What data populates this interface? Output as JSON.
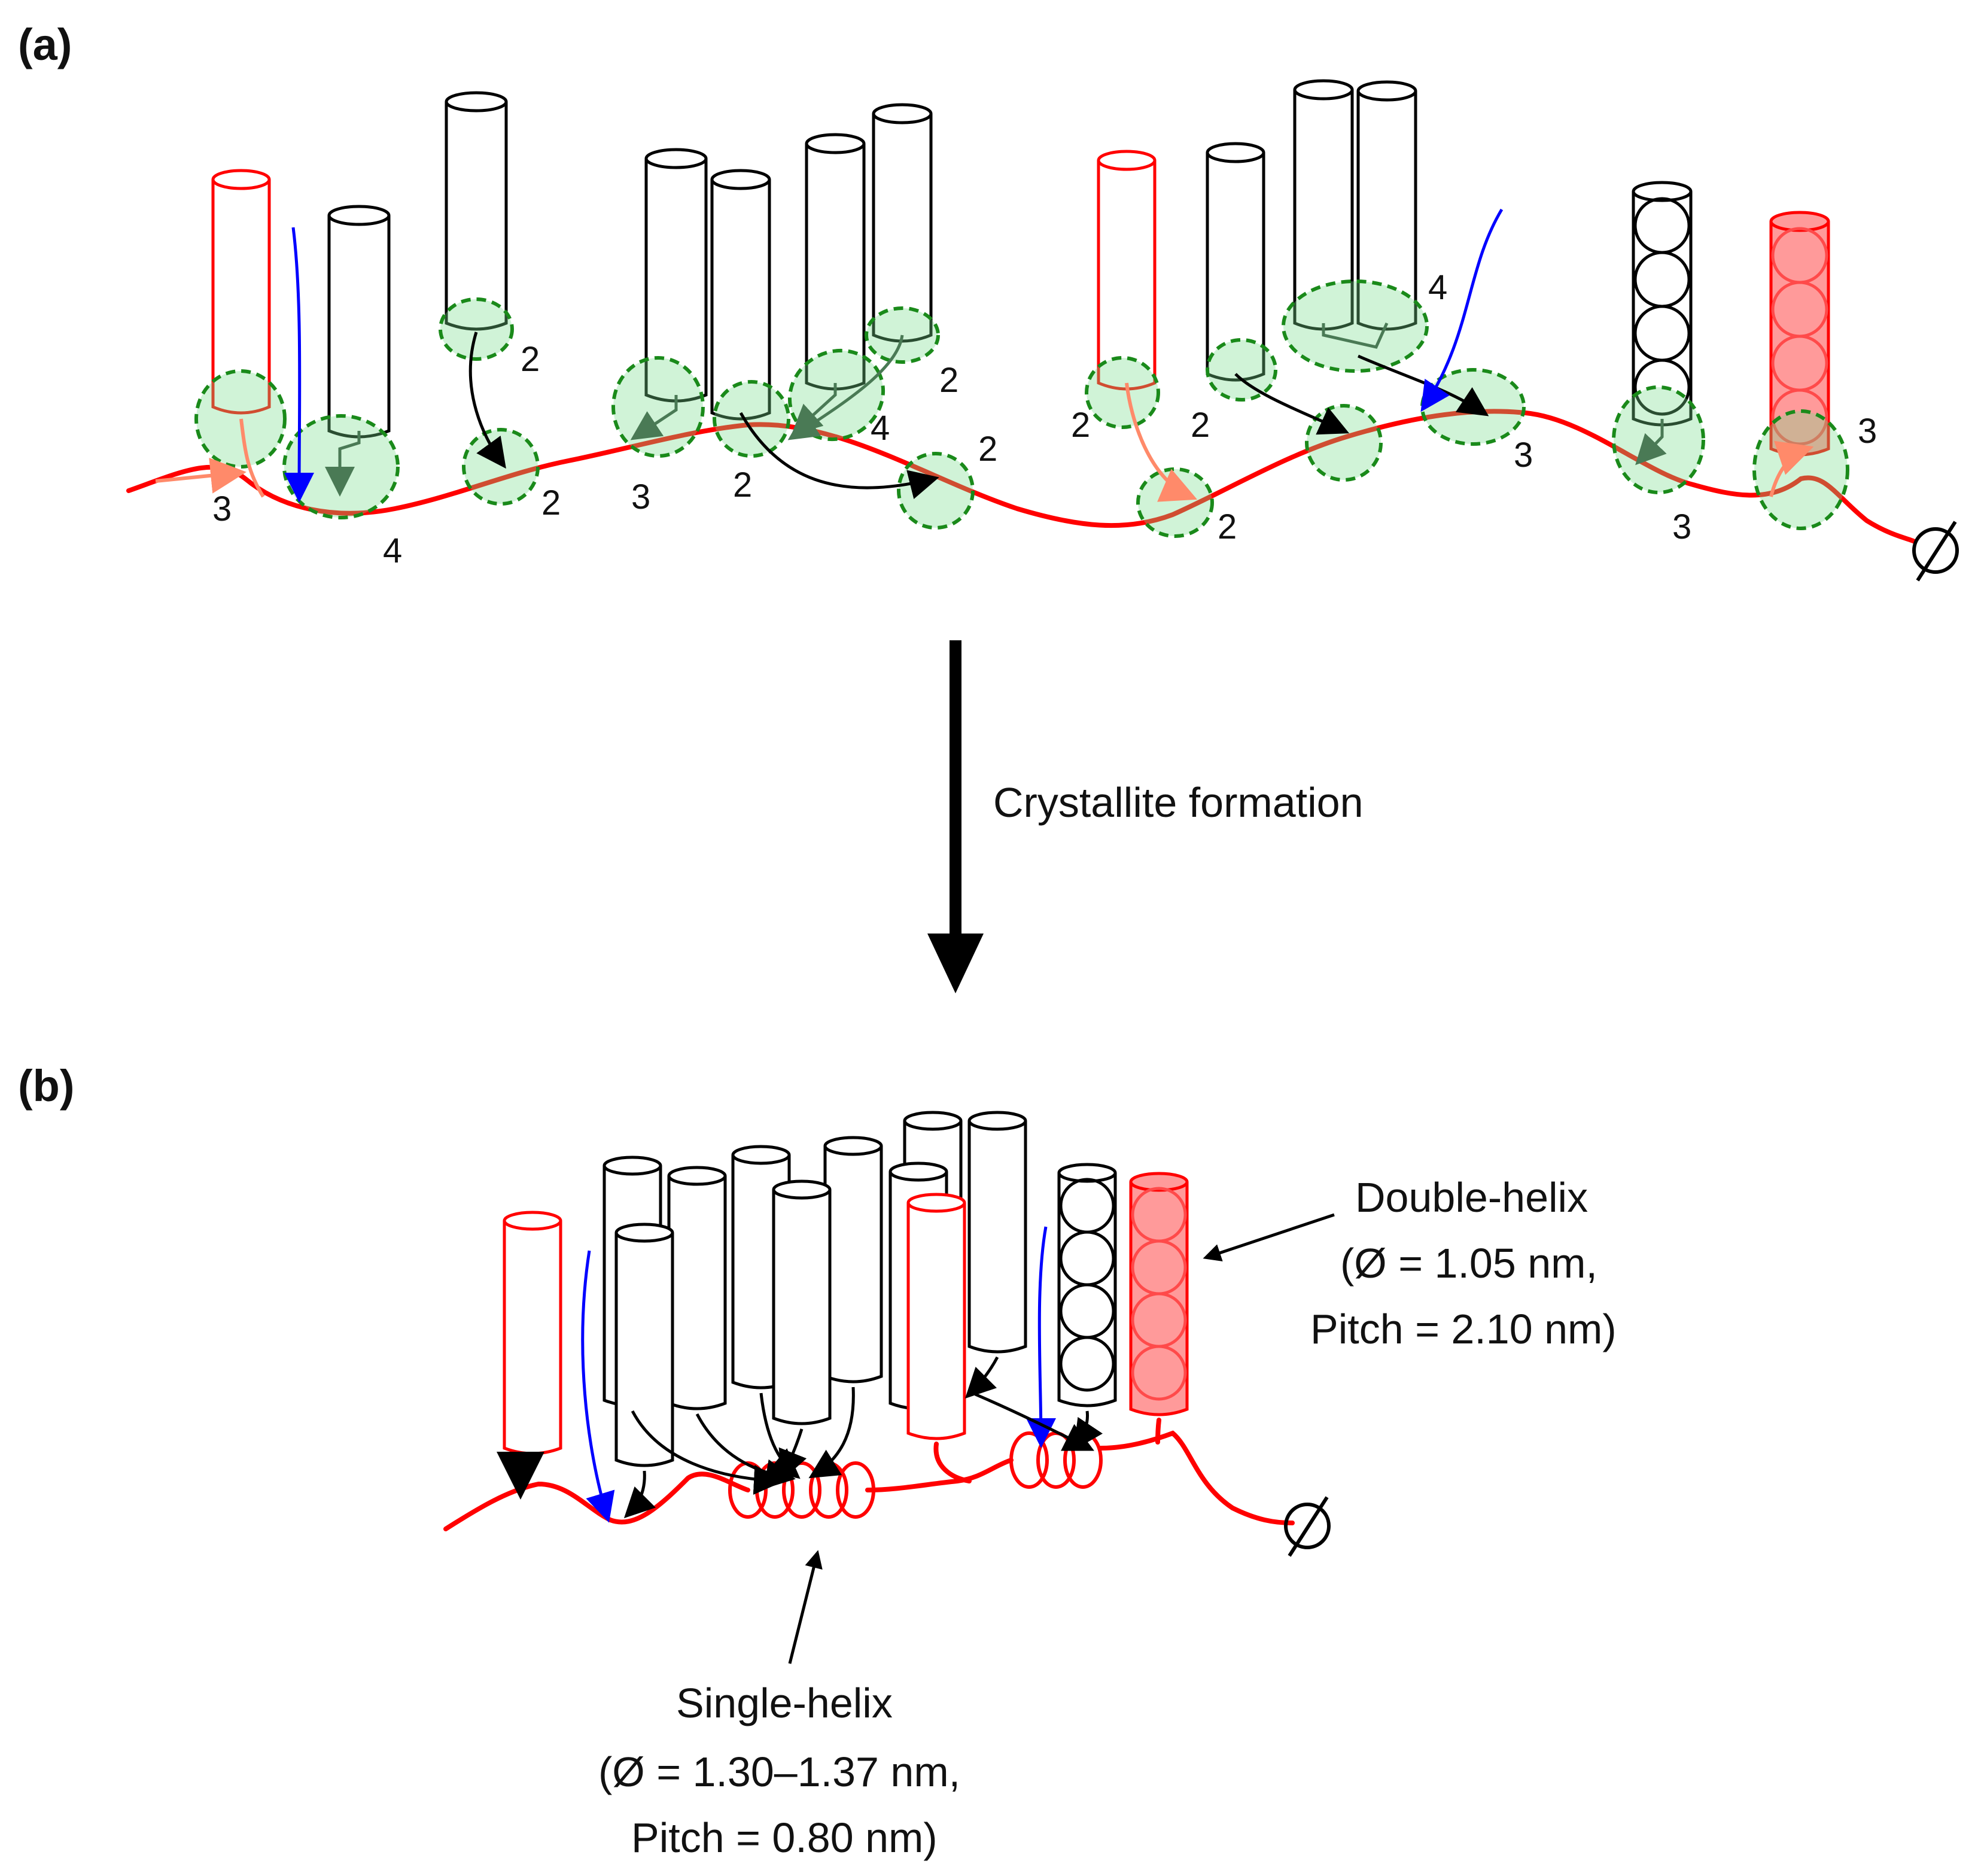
{
  "panel_a_label": "(a)",
  "panel_b_label": "(b)",
  "transition_label": "Crystallite formation",
  "binding_site_counts": [
    "3",
    "4",
    "2",
    "3",
    "2",
    "4",
    "2",
    "2",
    "2",
    "2",
    "2",
    "2",
    "4",
    "3",
    "3",
    "3"
  ],
  "end_symbol": "Ø",
  "double_helix": {
    "title": "Double-helix",
    "line1": "(Ø = 1.05 nm,",
    "line2": "Pitch = 2.10 nm)"
  },
  "single_helix": {
    "title": "Single-helix",
    "line1": "(Ø = 1.30–1.37 nm,",
    "line2": "Pitch = 0.80 nm)"
  },
  "colors": {
    "chain": "#ff0000",
    "binding_site_fill": "#c8f0d0",
    "binding_site_stroke": "#1a8a1a",
    "nonreducing_arrow": "#0000ff",
    "branch_arrow": "#000000"
  }
}
